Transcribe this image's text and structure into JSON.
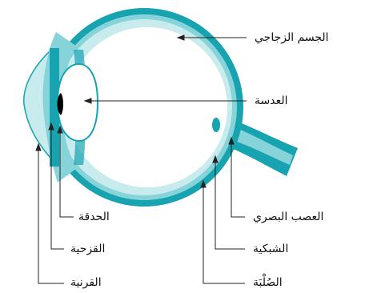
{
  "labels": {
    "vitreous_body": "الجسم الزجاجي",
    "lens": "العدسة",
    "optic_nerve": "العصب البصري",
    "retina": "الشبكية",
    "sclera": "الصُلْبَة",
    "pupil": "الحدقة",
    "iris": "القزحية",
    "cornea": "القرنية"
  },
  "colors": {
    "outer_teal": "#17a3b0",
    "mid_teal": "#86d3d9",
    "light_fill": "#c8ebee",
    "inner_white": "#ffffff",
    "pupil_black": "#000000",
    "line_dark": "#222222"
  }
}
